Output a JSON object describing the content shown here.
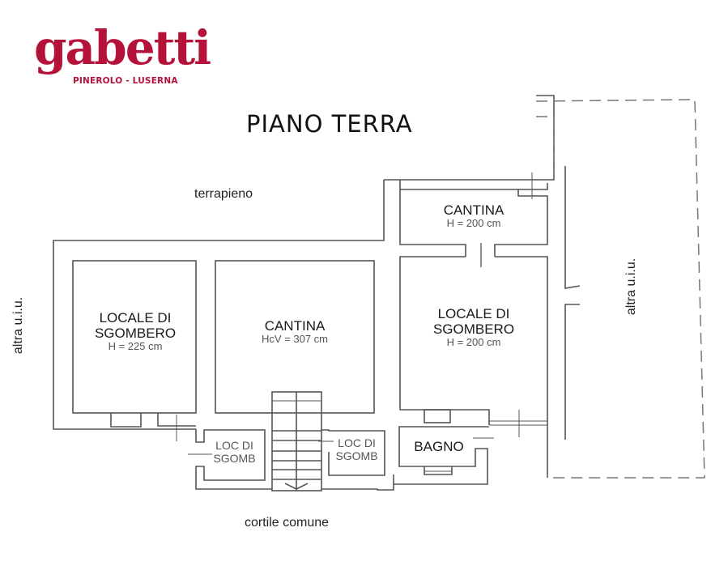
{
  "brand": {
    "name": "gabetti",
    "subtitle": "PINEROLO - LUSERNA",
    "color": "#b5123a"
  },
  "plan": {
    "title": "PIANO TERRA",
    "surroundings": {
      "top": "terrapieno",
      "bottom": "cortile comune",
      "left": "altra u.i.u.",
      "right": "altra u.i.u."
    },
    "rooms": [
      {
        "name_line1": "LOCALE DI",
        "name_line2": "SGOMBERO",
        "height": "H = 225 cm"
      },
      {
        "name_line1": "CANTINA",
        "name_line2": "",
        "height": "HcV = 307 cm"
      },
      {
        "name_line1": "CANTINA",
        "name_line2": "",
        "height": "H = 200 cm"
      },
      {
        "name_line1": "LOCALE DI",
        "name_line2": "SGOMBERO",
        "height": "H = 200 cm"
      },
      {
        "name_line1": "LOC DI",
        "name_line2": "SGOMB",
        "height": ""
      },
      {
        "name_line1": "LOC DI",
        "name_line2": "SGOMB",
        "height": ""
      },
      {
        "name_line1": "BAGNO",
        "name_line2": "",
        "height": ""
      }
    ]
  }
}
